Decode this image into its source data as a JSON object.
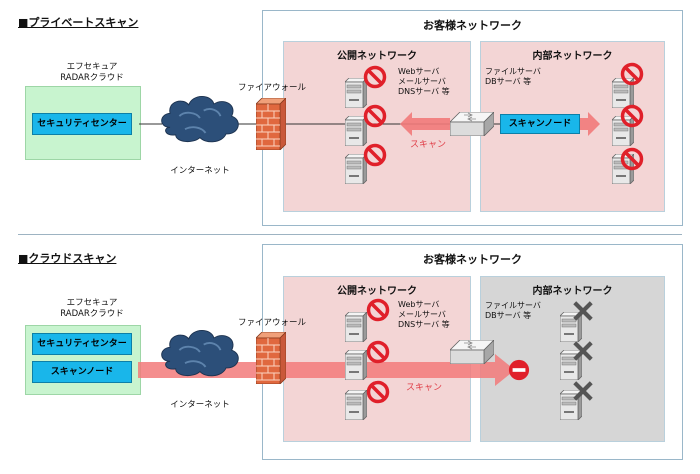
{
  "private_scan": {
    "heading": "■プライベートスキャン",
    "customer_network": "お客様ネットワーク",
    "public_network": "公開ネットワーク",
    "internal_network": "内部ネットワーク",
    "radar_cloud": [
      "エフセキュア",
      "RADARクラウド"
    ],
    "security_center": "セキュリティセンター",
    "internet": "インターネット",
    "firewall": "ファイアウォール",
    "public_servers": [
      "Webサーバ",
      "メールサーバ",
      "DNSサーバ 等"
    ],
    "internal_servers": [
      "ファイルサーバ",
      "DBサーバ 等"
    ],
    "scan_node": "スキャンノード",
    "scan_label": "スキャン"
  },
  "cloud_scan": {
    "heading": "■クラウドスキャン",
    "customer_network": "お客様ネットワーク",
    "public_network": "公開ネットワーク",
    "internal_network": "内部ネットワーク",
    "radar_cloud": [
      "エフセキュア",
      "RADARクラウド"
    ],
    "security_center": "セキュリティセンター",
    "scan_node": "スキャンノード",
    "internet": "インターネット",
    "firewall": "ファイアウォール",
    "public_servers": [
      "Webサーバ",
      "メールサーバ",
      "DNSサーバ 等"
    ],
    "internal_servers": [
      "ファイルサーバ",
      "DBサーバ 等"
    ],
    "scan_label": "スキャン"
  },
  "colors": {
    "accent_red": "#e0202a",
    "scan_arrow": "#f27a7a",
    "cyan": "#19b6ea",
    "radar_green": "#c8f4cf",
    "zone_pink": "#f3d5d5",
    "zone_gray": "#d6d6d6"
  }
}
